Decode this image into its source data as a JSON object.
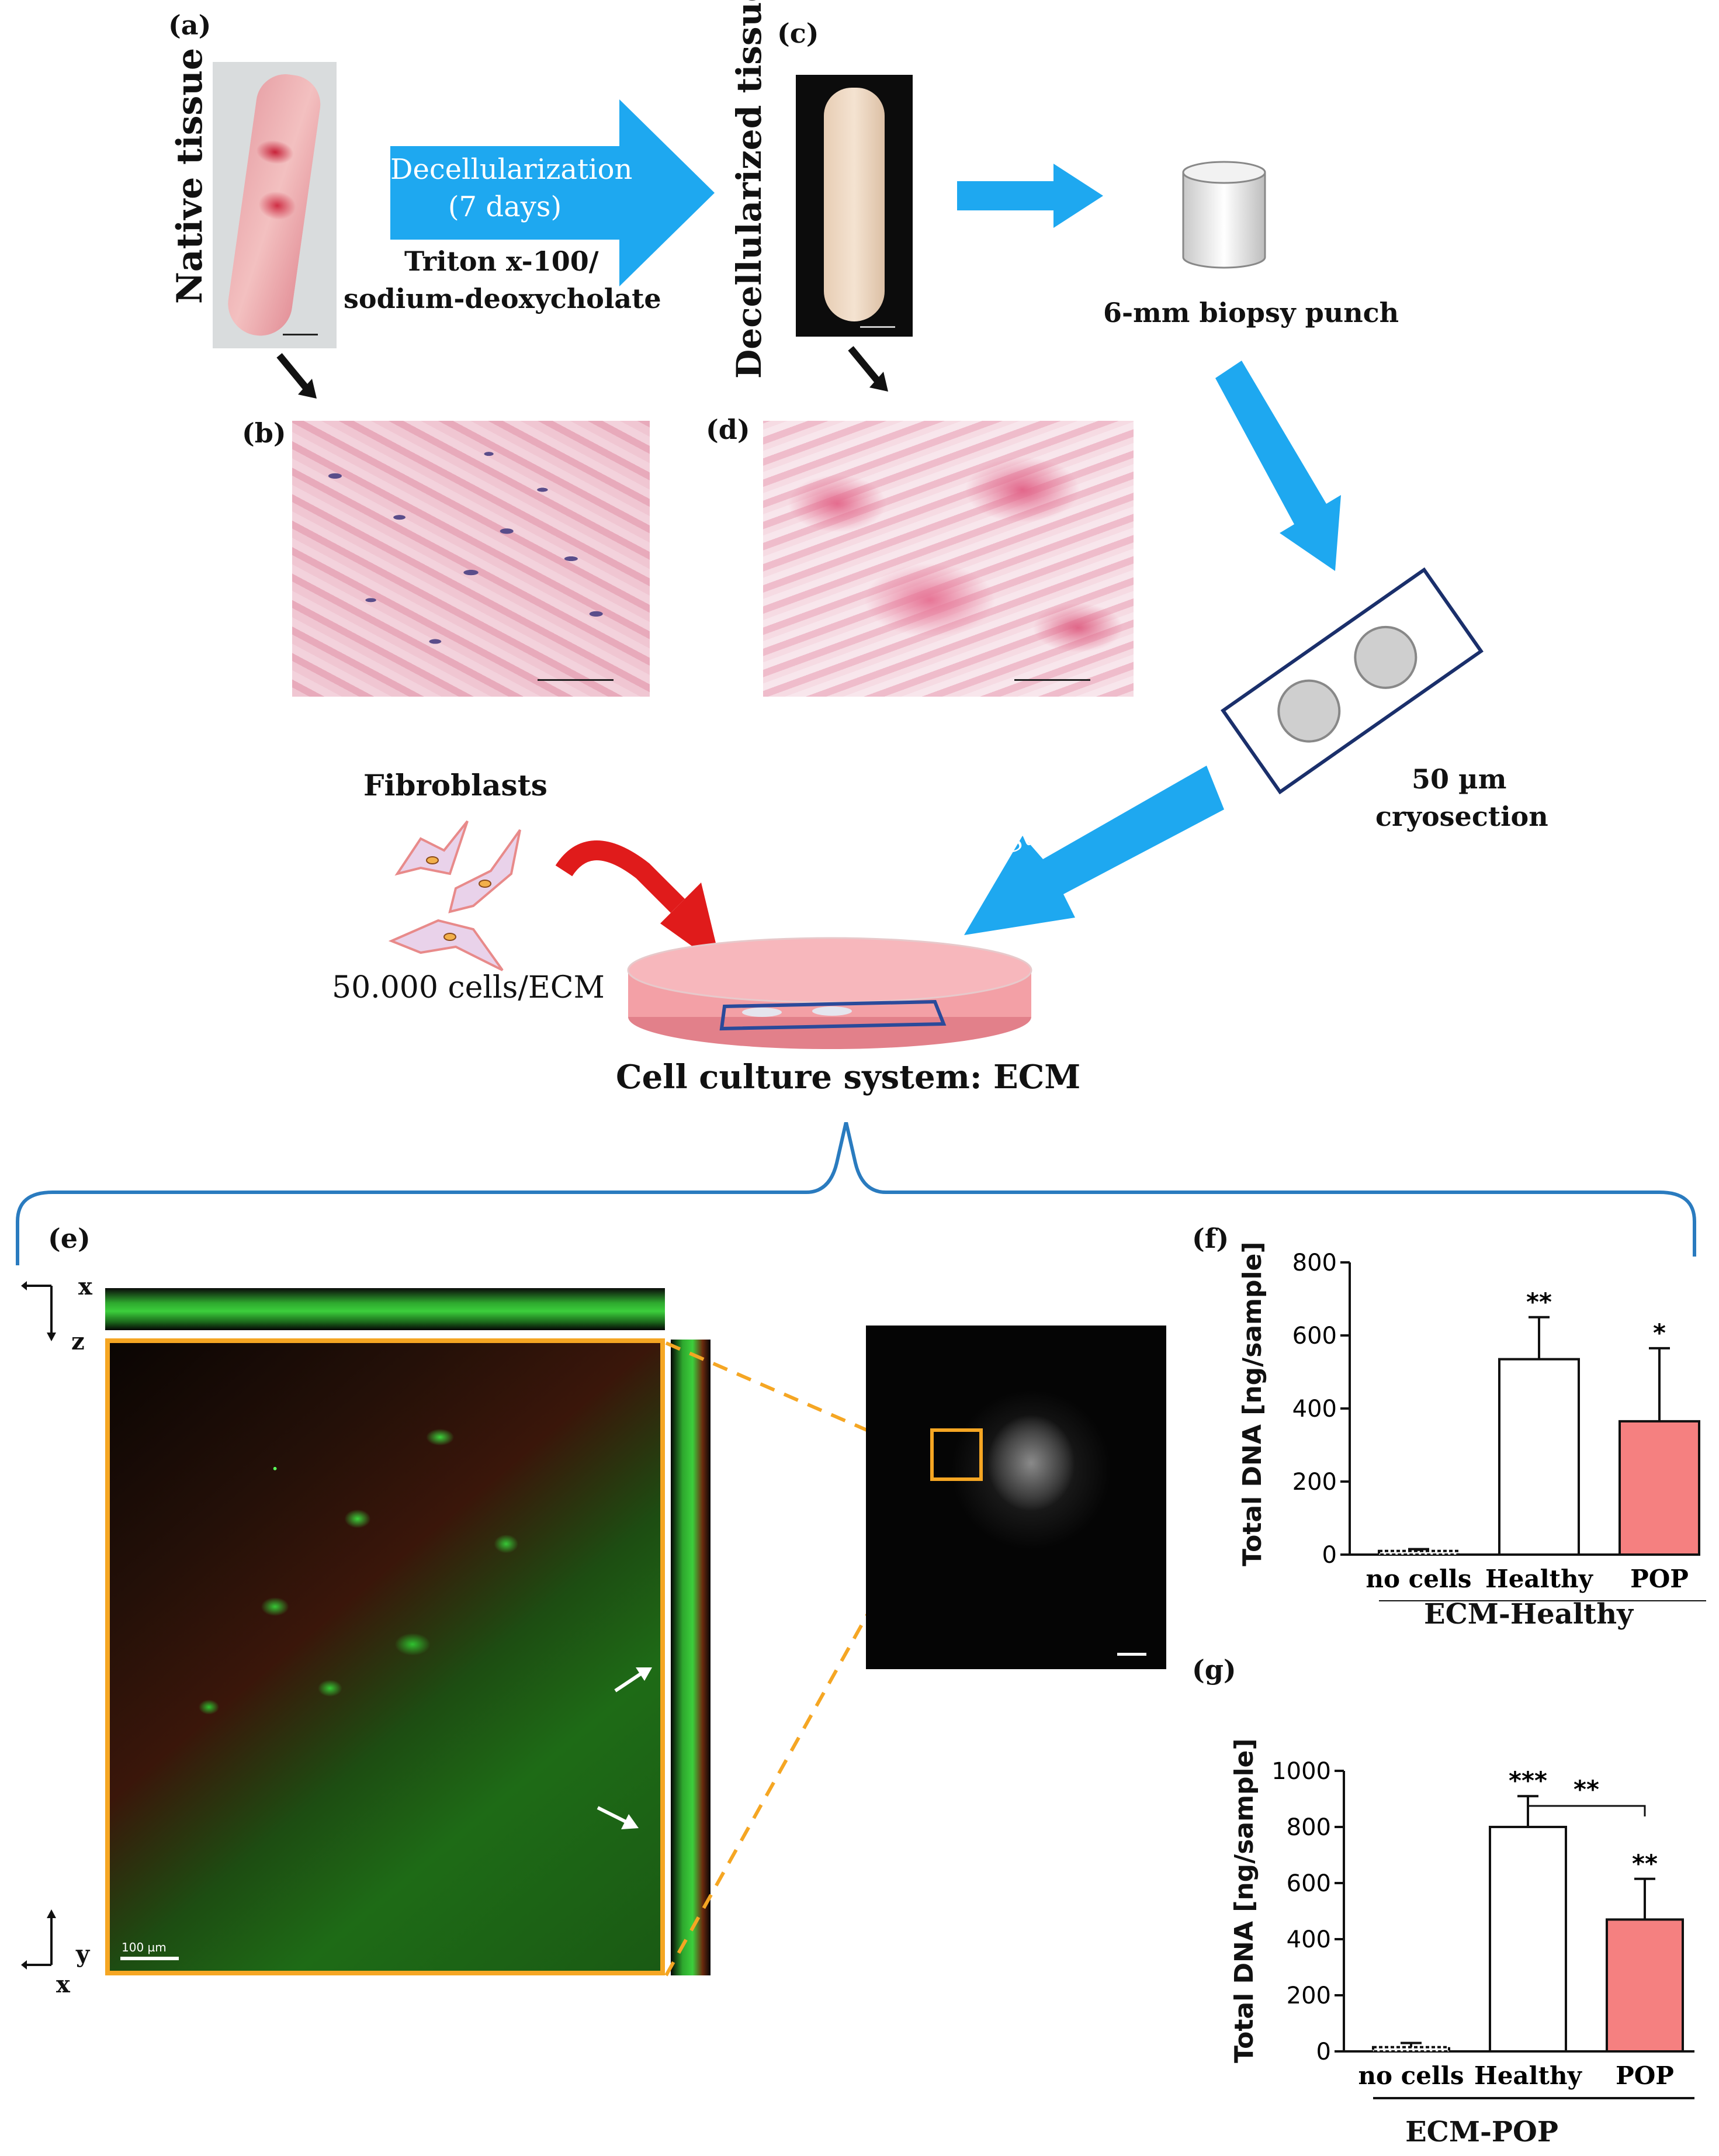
{
  "panels": {
    "a": "(a)",
    "b": "(b)",
    "c": "(c)",
    "d": "(d)",
    "e": "(e)",
    "f": "(f)",
    "g": "(g)"
  },
  "workflow": {
    "native_tissue": "Native tissue",
    "decell_arrow_line1": "Decellularization",
    "decell_arrow_line2": "(7 days)",
    "reagent_line1": "Triton x-100/",
    "reagent_line2": "sodium-deoxycholate",
    "decellularized_tissue": "Decellularized tissue",
    "biopsy_punch": "6-mm biopsy punch",
    "cryosection_line1": "50 µm",
    "cryosection_line2": "cryosection",
    "sterilization": "Sterilization",
    "fibroblasts": "Fibroblasts",
    "cells_per_ecm": "50.000 cells/ECM",
    "culture_system": "Cell culture system: ECM",
    "scale_100um": "100 µm",
    "axis_x": "x",
    "axis_z": "z",
    "axis_y": "y"
  },
  "colors": {
    "arrow_blue": "#1ea8f0",
    "arrow_red": "#e01b1b",
    "bracket": "#2a7bbf",
    "pop_bar": "#f58080",
    "orange_box": "#f5a623"
  },
  "chart_data": [
    {
      "panel": "f",
      "type": "bar",
      "ylabel": "Total DNA [ng/sample]",
      "xlabel": "ECM-Healthy",
      "categories": [
        "no cells",
        "Healthy",
        "POP"
      ],
      "values": [
        10,
        535,
        365
      ],
      "errors": [
        5,
        115,
        200
      ],
      "significance": [
        "",
        "**",
        "*"
      ],
      "ylim": [
        0,
        800
      ],
      "yticks": [
        0,
        200,
        400,
        600,
        800
      ]
    },
    {
      "panel": "g",
      "type": "bar",
      "ylabel": "Total DNA [ng/sample]",
      "xlabel": "ECM-POP",
      "categories": [
        "no cells",
        "Healthy",
        "POP"
      ],
      "values": [
        15,
        800,
        470
      ],
      "errors": [
        15,
        110,
        145
      ],
      "significance": [
        "",
        "***",
        "**"
      ],
      "bracket": {
        "from": "Healthy",
        "to": "POP",
        "label": "**"
      },
      "ylim": [
        0,
        1000
      ],
      "yticks": [
        0,
        200,
        400,
        600,
        800,
        1000
      ]
    }
  ]
}
